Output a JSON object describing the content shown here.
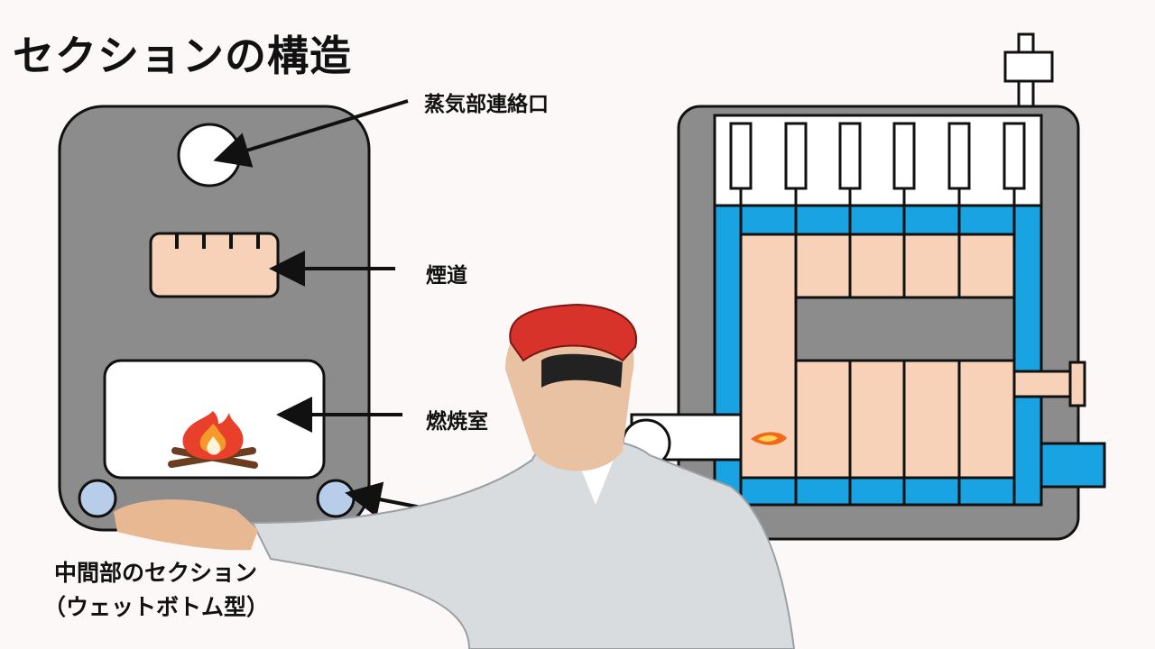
{
  "title": "セクションの構造",
  "labels": {
    "steam_port": "蒸気部連絡口",
    "flue": "煙道",
    "combustion_chamber": "燃焼室"
  },
  "caption": {
    "line1": "中間部のセクション",
    "line2": "（ウェットボトム型）"
  },
  "colors": {
    "casing": "#8c8c8c",
    "water": "#1aa3e2",
    "flue_gas": "#f7d2b8",
    "port": "#b7cdea",
    "flame": "#f06a1a"
  }
}
